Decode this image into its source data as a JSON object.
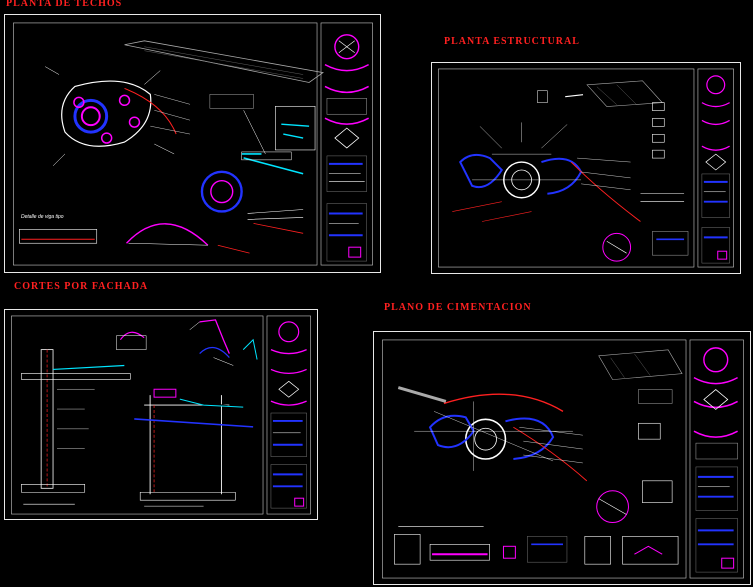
{
  "sheets": [
    {
      "id": "planta-techos",
      "title": "PLANTA DE TECHOS",
      "caption": "Detalle de viga tipo"
    },
    {
      "id": "planta-estructural",
      "title": "PLANTA ESTRUCTURAL"
    },
    {
      "id": "cortes-fachada",
      "title": "CORTES POR FACHADA"
    },
    {
      "id": "plano-cimentacion",
      "title": "PLANO DE CIMENTACION"
    }
  ],
  "colors": {
    "background": "#000000",
    "title": "#ff2020",
    "sheet_border": "#e8e8e8",
    "white": "#ffffff",
    "magenta": "#ff00ff",
    "blue": "#2233ff",
    "red": "#ff2020",
    "cyan": "#00e5ff"
  }
}
